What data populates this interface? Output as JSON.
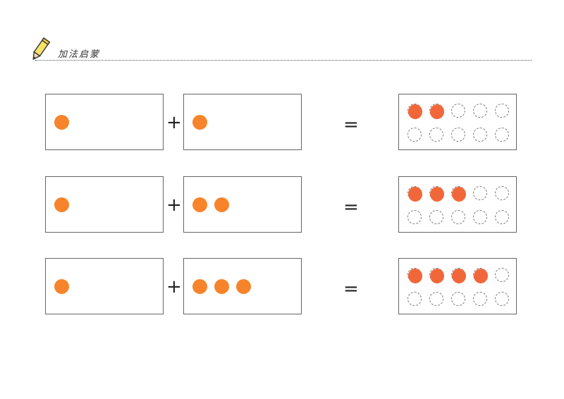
{
  "header": {
    "title": "加法启蒙",
    "icon": "pencil-icon"
  },
  "colors": {
    "dot": "#f7842a",
    "filled_cell": "#f2673a"
  },
  "problems": [
    {
      "addend1": 1,
      "addend2": 1,
      "plus": "+",
      "equals": "=",
      "filled": 2,
      "frame_size": 10
    },
    {
      "addend1": 1,
      "addend2": 2,
      "plus": "+",
      "equals": "=",
      "filled": 3,
      "frame_size": 10
    },
    {
      "addend1": 1,
      "addend2": 3,
      "plus": "+",
      "equals": "=",
      "filled": 4,
      "frame_size": 10
    }
  ]
}
